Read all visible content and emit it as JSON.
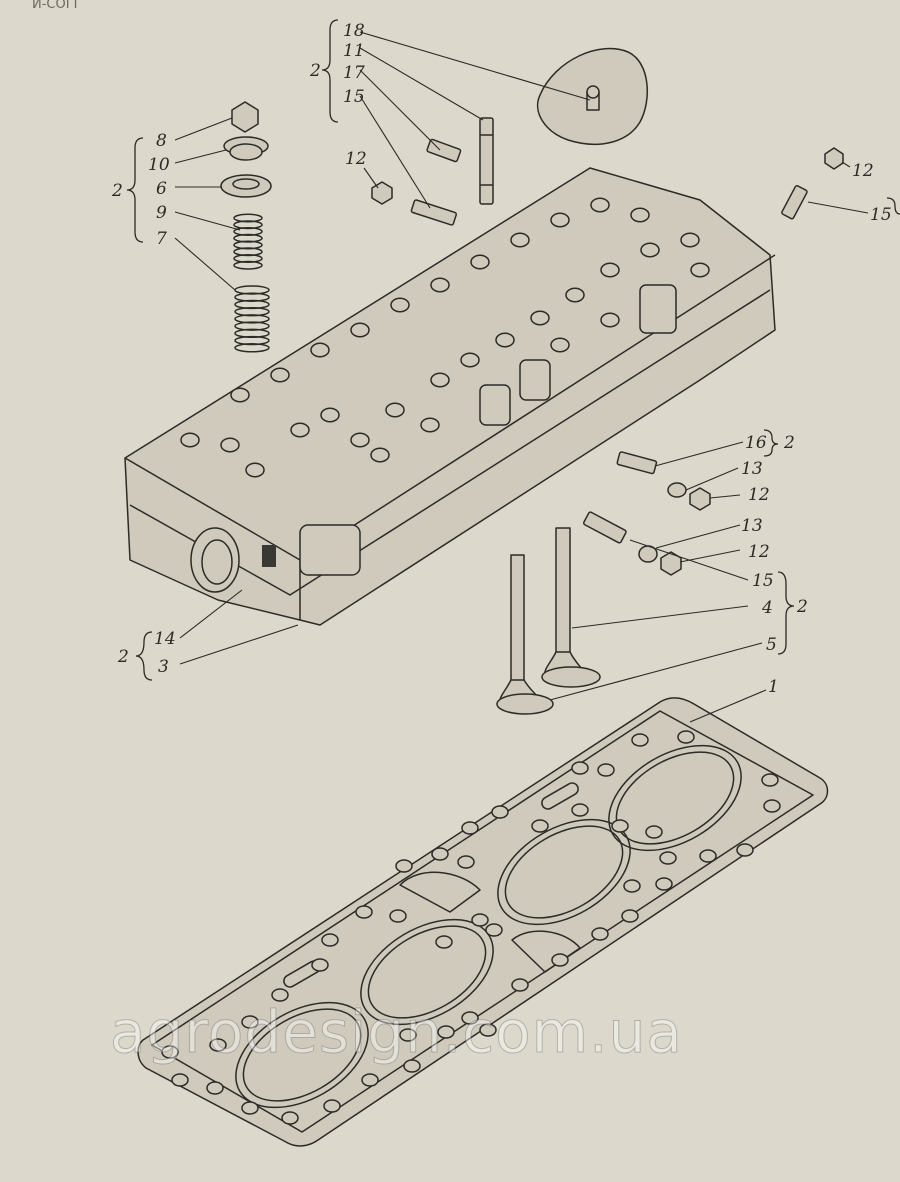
{
  "page_header_fragment": "И-СОГГ",
  "watermark": "agrodesign.com.ua",
  "callouts": [
    {
      "id": "c18",
      "text": "18"
    },
    {
      "id": "c11",
      "text": "11"
    },
    {
      "id": "c17",
      "text": "17"
    },
    {
      "id": "c15a",
      "text": "15"
    },
    {
      "id": "c12a",
      "text": "12"
    },
    {
      "id": "g2a",
      "text": "2"
    },
    {
      "id": "c8",
      "text": "8"
    },
    {
      "id": "c10",
      "text": "10"
    },
    {
      "id": "c6",
      "text": "6"
    },
    {
      "id": "c9",
      "text": "9"
    },
    {
      "id": "c7",
      "text": "7"
    },
    {
      "id": "g2b",
      "text": "2"
    },
    {
      "id": "c12b",
      "text": "12"
    },
    {
      "id": "c15b",
      "text": "15"
    },
    {
      "id": "c16",
      "text": "16"
    },
    {
      "id": "g2c",
      "text": "2"
    },
    {
      "id": "c13a",
      "text": "13"
    },
    {
      "id": "c12c",
      "text": "12"
    },
    {
      "id": "c13b",
      "text": "13"
    },
    {
      "id": "c12d",
      "text": "12"
    },
    {
      "id": "c15c",
      "text": "15"
    },
    {
      "id": "c4",
      "text": "4"
    },
    {
      "id": "g2d",
      "text": "2"
    },
    {
      "id": "c5",
      "text": "5"
    },
    {
      "id": "c1",
      "text": "1"
    },
    {
      "id": "c14",
      "text": "14"
    },
    {
      "id": "c3",
      "text": "3"
    },
    {
      "id": "g2e",
      "text": "2"
    }
  ]
}
